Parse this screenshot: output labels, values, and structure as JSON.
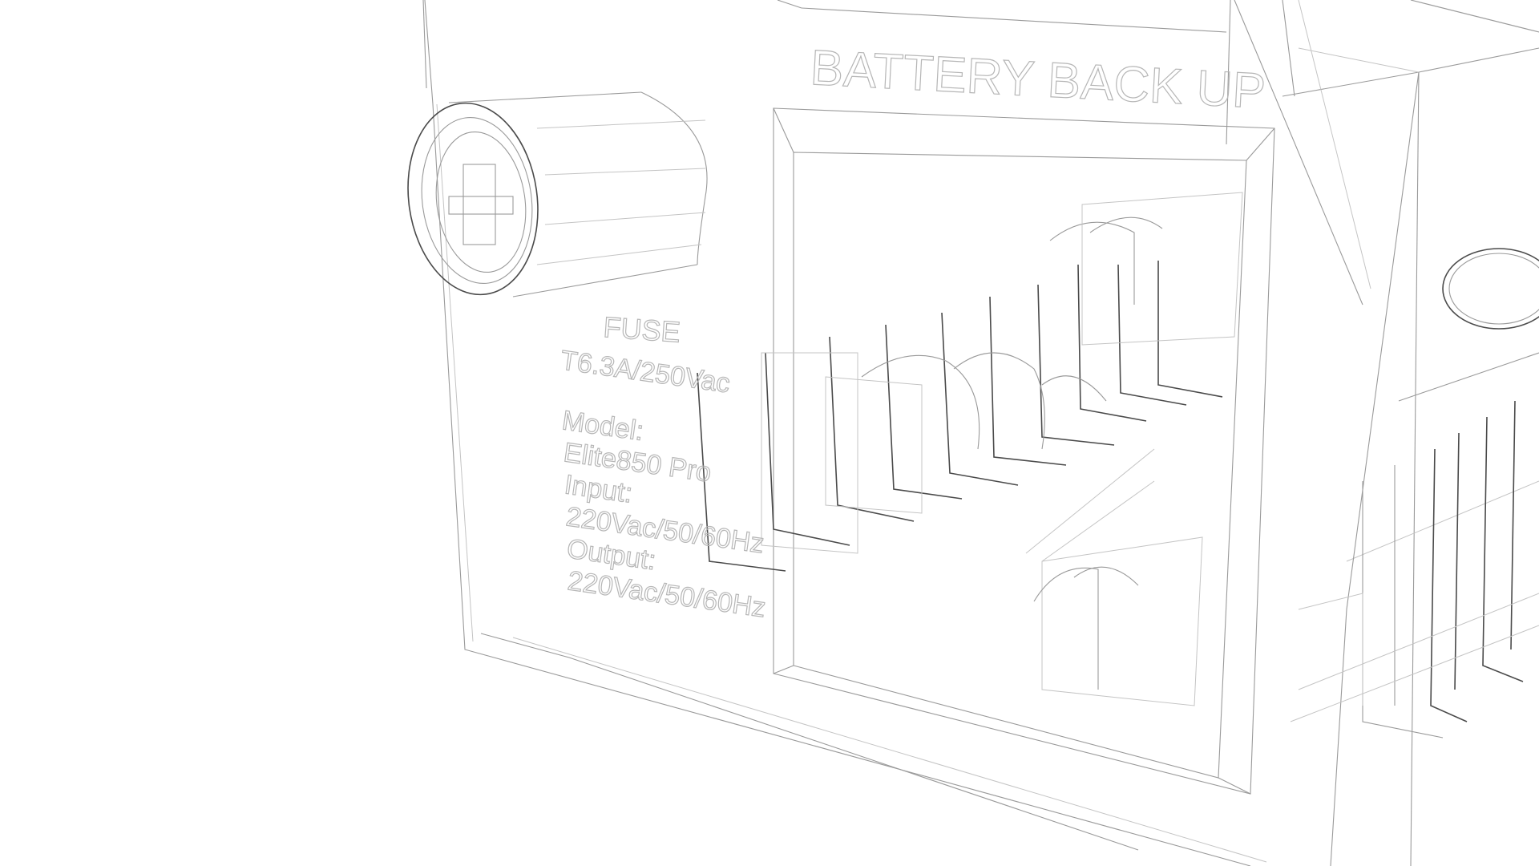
{
  "panel": {
    "heading": "BATTERY BACK UP",
    "fuse_label": "FUSE",
    "fuse_rating": "T6.3A/250Vac",
    "model_label": "Model:",
    "model_value": "Elite850 Pro",
    "input_label": "Input:",
    "input_value": "220Vac/50/60Hz",
    "output_label": "Output:",
    "output_value": "220Vac/50/60Hz"
  },
  "colors": {
    "background": "#ffffff",
    "line": "#9a9a9a",
    "dark_line": "#4a4a4a",
    "text_outline": "#b6b6b6"
  }
}
